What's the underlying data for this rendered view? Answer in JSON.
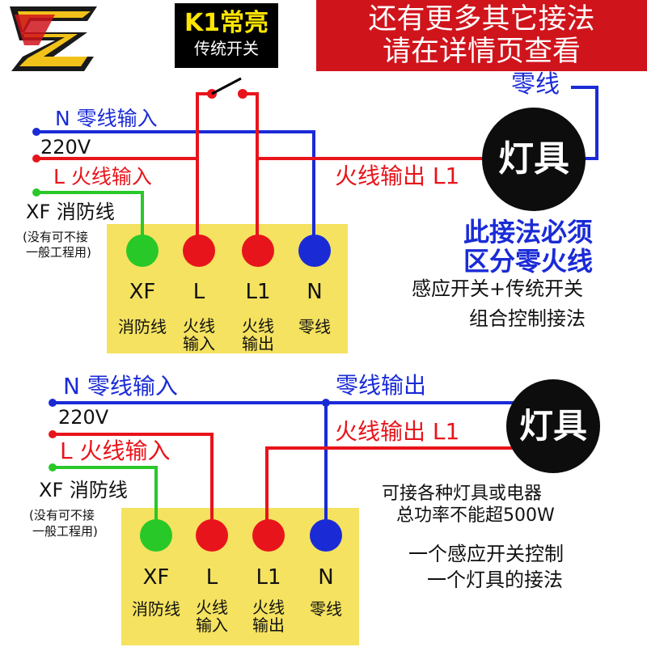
{
  "colors": {
    "neutral": "#1a2bd6",
    "live": "#e8141b",
    "fire": "#28c828",
    "panel": "#f4e260",
    "banner": "#d0141c",
    "logo": "#f2c21a"
  },
  "icons": [
    "logo-icon",
    "switch-icon",
    "lamp-icon"
  ],
  "banner": {
    "line1": "还有更多其它接法",
    "line2": "请在详情页查看"
  },
  "mode_box": {
    "title": "K1常亮",
    "subtitle": "传统开关"
  },
  "diagram1": {
    "neutral_in": "N 零线输入",
    "voltage": "220V",
    "live_in": "L  火线输入",
    "xf_label": "XF  消防线",
    "xf_note_1": "(没有可不接",
    "xf_note_2": "一般工程用)",
    "neutral_out": "零线",
    "live_out": "火线输出 L1",
    "lamp": "灯具",
    "note_title_1": "此接法必须",
    "note_title_2": "区分零火线",
    "note_line1": "感应开关+传统开关",
    "note_line2": "组合控制接法",
    "terminals": [
      {
        "code": "XF",
        "desc1": "消防线",
        "desc2": ""
      },
      {
        "code": "L",
        "desc1": "火线",
        "desc2": "输入"
      },
      {
        "code": "L1",
        "desc1": "火线",
        "desc2": "输出"
      },
      {
        "code": "N",
        "desc1": "零线",
        "desc2": ""
      }
    ]
  },
  "diagram2": {
    "neutral_in": "N 零线输入",
    "voltage": "220V",
    "live_in": "L  火线输入",
    "xf_label": "XF  消防线",
    "xf_note_1": "(没有可不接",
    "xf_note_2": "一般工程用)",
    "neutral_out": "零线输出",
    "live_out": "火线输出 L1",
    "lamp": "灯具",
    "note_line1": "可接各种灯具或电器",
    "note_line2": "总功率不能超500W",
    "note_line3": "一个感应开关控制",
    "note_line4": "一个灯具的接法",
    "terminals": [
      {
        "code": "XF",
        "desc1": "消防线",
        "desc2": ""
      },
      {
        "code": "L",
        "desc1": "火线",
        "desc2": "输入"
      },
      {
        "code": "L1",
        "desc1": "火线",
        "desc2": "输出"
      },
      {
        "code": "N",
        "desc1": "零线",
        "desc2": ""
      }
    ]
  }
}
